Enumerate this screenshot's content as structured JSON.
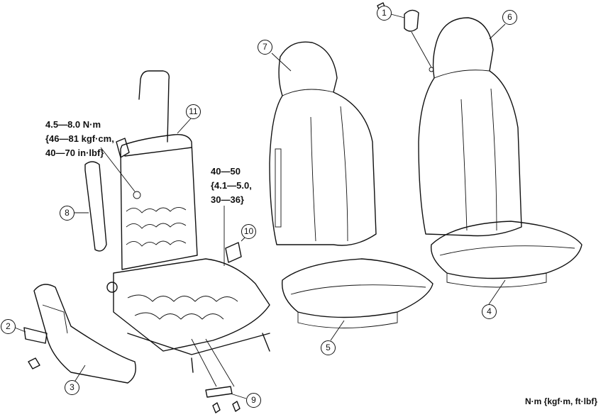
{
  "torque_labels": {
    "seatback_frame_bolt": [
      "4.5—8.0 N·m",
      "{46—81 kgf·cm,",
      "40—70 in·lbf}"
    ],
    "seat_belt_buckle_bolt": [
      "40—50",
      "{4.1—5.0,",
      "30—36}"
    ]
  },
  "unit_note": "N·m {kgf·m, ft·lbf}",
  "callouts": [
    "1",
    "2",
    "3",
    "4",
    "5",
    "6",
    "7",
    "8",
    "9",
    "10",
    "11"
  ]
}
